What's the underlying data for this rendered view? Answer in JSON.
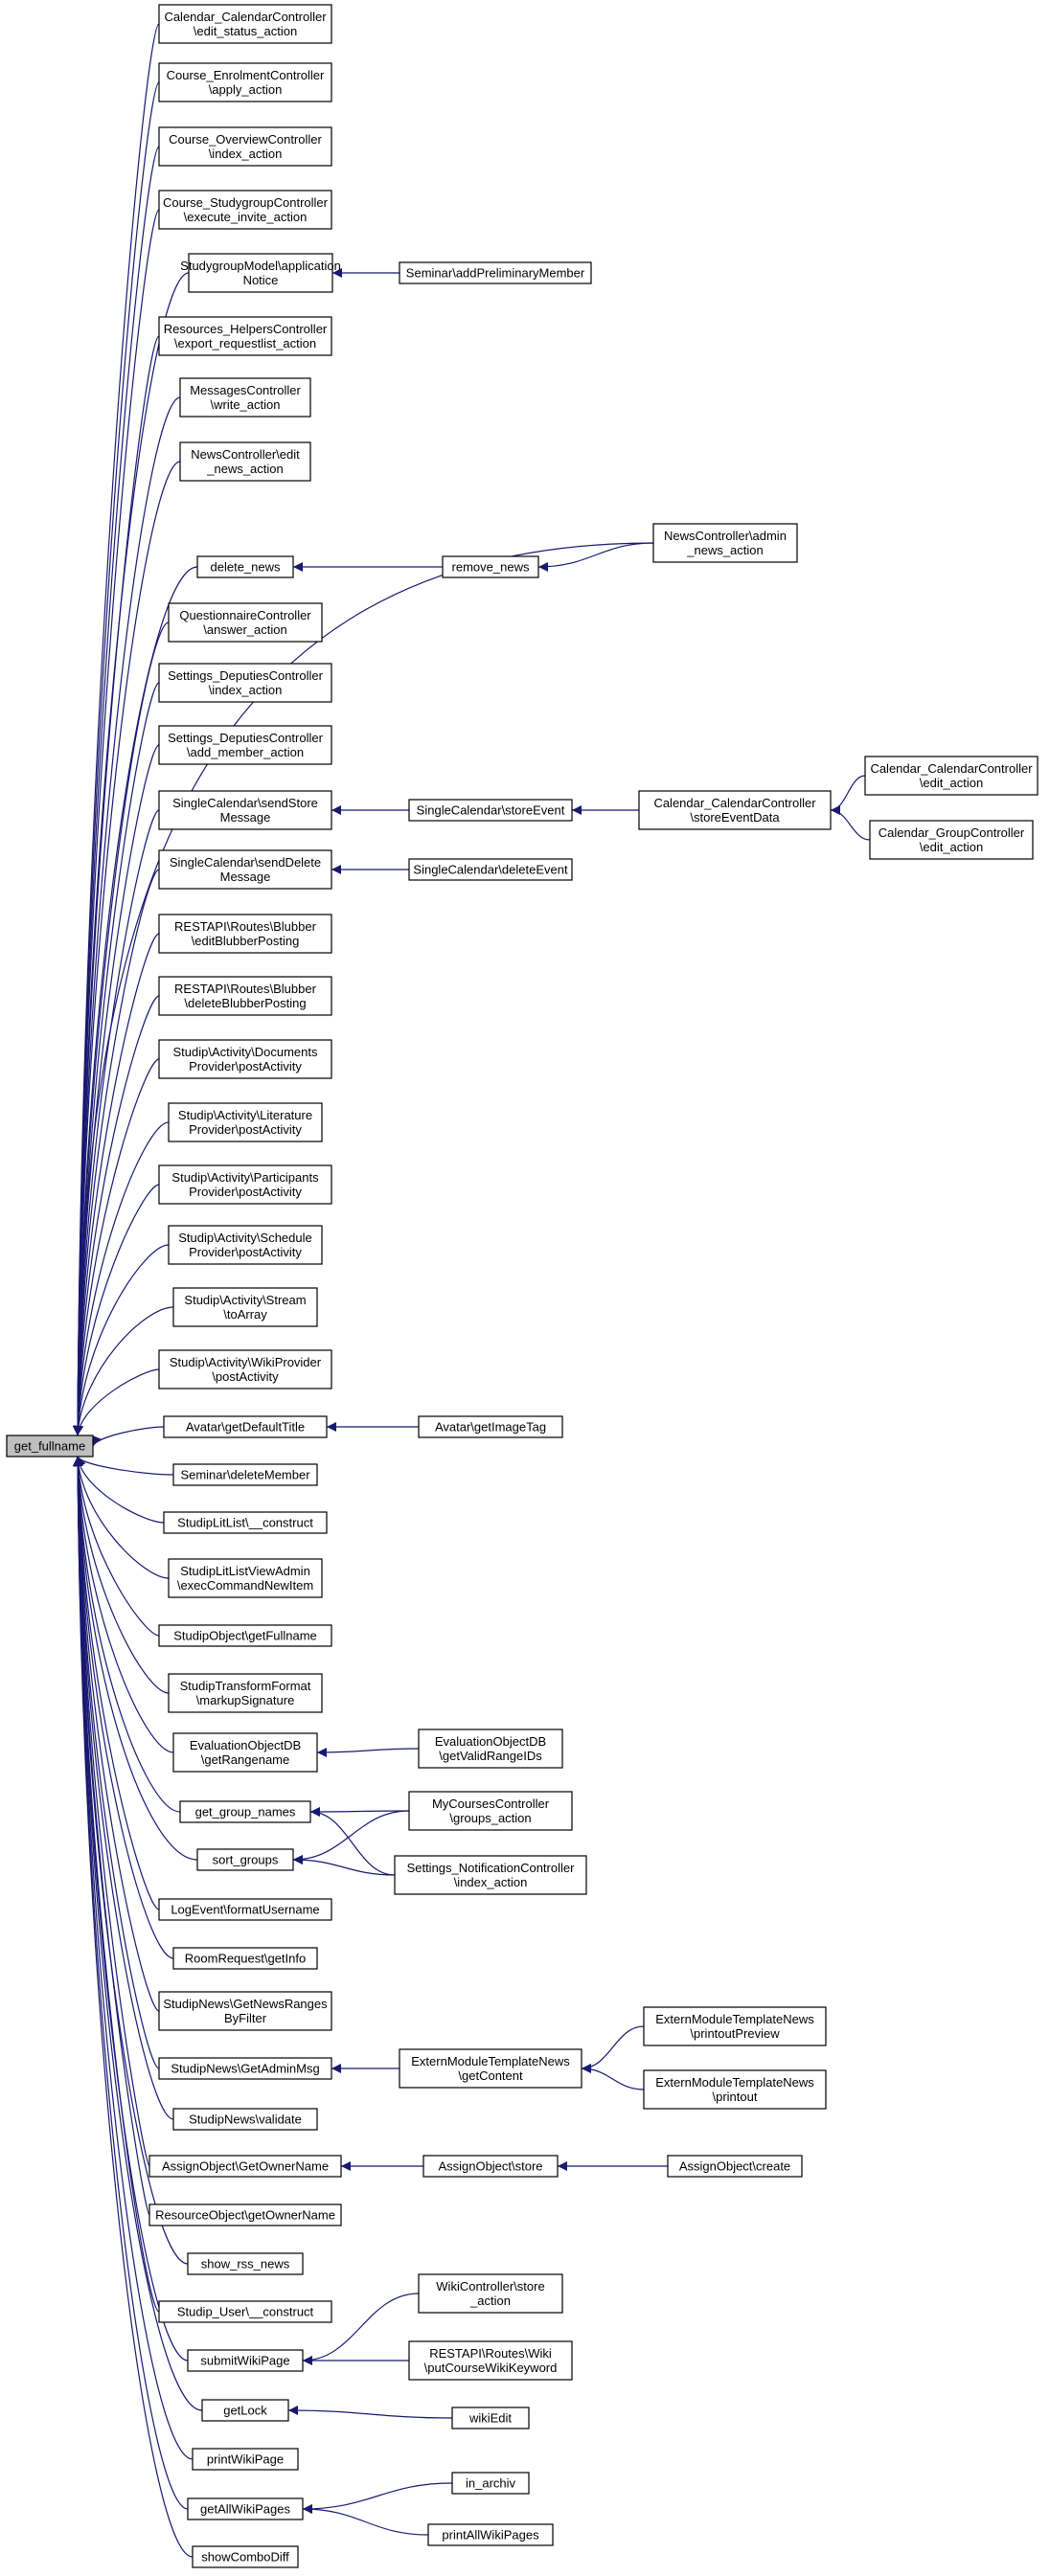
{
  "diagram": {
    "edge_color": "#191970",
    "root_fill": "#bfbfbf",
    "nodes": [
      {
        "id": "n0",
        "lines": [
          "get_fullname"
        ],
        "root": true
      },
      {
        "id": "n1",
        "lines": [
          "Calendar_CalendarController",
          "\\edit_status_action"
        ]
      },
      {
        "id": "n2",
        "lines": [
          "Course_EnrolmentController",
          "\\apply_action"
        ]
      },
      {
        "id": "n3",
        "lines": [
          "Course_OverviewController",
          "\\index_action"
        ]
      },
      {
        "id": "n4",
        "lines": [
          "Course_StudygroupController",
          "\\execute_invite_action"
        ]
      },
      {
        "id": "n5",
        "lines": [
          "StudygroupModel\\application",
          "Notice"
        ]
      },
      {
        "id": "n6",
        "lines": [
          "Seminar\\addPreliminaryMember"
        ]
      },
      {
        "id": "n7",
        "lines": [
          "Resources_HelpersController",
          "\\export_requestlist_action"
        ]
      },
      {
        "id": "n8",
        "lines": [
          "MessagesController",
          "\\write_action"
        ]
      },
      {
        "id": "n9",
        "lines": [
          "NewsController\\edit",
          "_news_action"
        ]
      },
      {
        "id": "n10",
        "lines": [
          "NewsController\\admin",
          "_news_action"
        ]
      },
      {
        "id": "n11",
        "lines": [
          "delete_news"
        ]
      },
      {
        "id": "n12",
        "lines": [
          "remove_news"
        ]
      },
      {
        "id": "n13",
        "lines": [
          "QuestionnaireController",
          "\\answer_action"
        ]
      },
      {
        "id": "n14",
        "lines": [
          "Settings_DeputiesController",
          "\\index_action"
        ]
      },
      {
        "id": "n15",
        "lines": [
          "Settings_DeputiesController",
          "\\add_member_action"
        ]
      },
      {
        "id": "n16",
        "lines": [
          "SingleCalendar\\sendStore",
          "Message"
        ]
      },
      {
        "id": "n17",
        "lines": [
          "SingleCalendar\\storeEvent"
        ]
      },
      {
        "id": "n18",
        "lines": [
          "Calendar_CalendarController",
          "\\storeEventData"
        ]
      },
      {
        "id": "n19",
        "lines": [
          "Calendar_CalendarController",
          "\\edit_action"
        ]
      },
      {
        "id": "n20",
        "lines": [
          "Calendar_GroupController",
          "\\edit_action"
        ]
      },
      {
        "id": "n21",
        "lines": [
          "SingleCalendar\\sendDelete",
          "Message"
        ]
      },
      {
        "id": "n22",
        "lines": [
          "SingleCalendar\\deleteEvent"
        ]
      },
      {
        "id": "n23",
        "lines": [
          "RESTAPI\\Routes\\Blubber",
          "\\editBlubberPosting"
        ]
      },
      {
        "id": "n24",
        "lines": [
          "RESTAPI\\Routes\\Blubber",
          "\\deleteBlubberPosting"
        ]
      },
      {
        "id": "n25",
        "lines": [
          "Studip\\Activity\\Documents",
          "Provider\\postActivity"
        ]
      },
      {
        "id": "n26",
        "lines": [
          "Studip\\Activity\\Literature",
          "Provider\\postActivity"
        ]
      },
      {
        "id": "n27",
        "lines": [
          "Studip\\Activity\\Participants",
          "Provider\\postActivity"
        ]
      },
      {
        "id": "n28",
        "lines": [
          "Studip\\Activity\\Schedule",
          "Provider\\postActivity"
        ]
      },
      {
        "id": "n29",
        "lines": [
          "Studip\\Activity\\Stream",
          "\\toArray"
        ]
      },
      {
        "id": "n30",
        "lines": [
          "Studip\\Activity\\WikiProvider",
          "\\postActivity"
        ]
      },
      {
        "id": "n31",
        "lines": [
          "Avatar\\getDefaultTitle"
        ]
      },
      {
        "id": "n32",
        "lines": [
          "Avatar\\getImageTag"
        ]
      },
      {
        "id": "n33",
        "lines": [
          "Seminar\\deleteMember"
        ]
      },
      {
        "id": "n34",
        "lines": [
          "StudipLitList\\__construct"
        ]
      },
      {
        "id": "n35",
        "lines": [
          "StudipLitListViewAdmin",
          "\\execCommandNewItem"
        ]
      },
      {
        "id": "n36",
        "lines": [
          "StudipObject\\getFullname"
        ]
      },
      {
        "id": "n37",
        "lines": [
          "StudipTransformFormat",
          "\\markupSignature"
        ]
      },
      {
        "id": "n38",
        "lines": [
          "EvaluationObjectDB",
          "\\getRangename"
        ]
      },
      {
        "id": "n39",
        "lines": [
          "EvaluationObjectDB",
          "\\getValidRangeIDs"
        ]
      },
      {
        "id": "n40",
        "lines": [
          "get_group_names"
        ]
      },
      {
        "id": "n41",
        "lines": [
          "MyCoursesController",
          "\\groups_action"
        ]
      },
      {
        "id": "n42",
        "lines": [
          "sort_groups"
        ]
      },
      {
        "id": "n43",
        "lines": [
          "Settings_NotificationController",
          "\\index_action"
        ]
      },
      {
        "id": "n44",
        "lines": [
          "LogEvent\\formatUsername"
        ]
      },
      {
        "id": "n45",
        "lines": [
          "RoomRequest\\getInfo"
        ]
      },
      {
        "id": "n46",
        "lines": [
          "StudipNews\\GetNewsRanges",
          "ByFilter"
        ]
      },
      {
        "id": "n47",
        "lines": [
          "StudipNews\\GetAdminMsg"
        ]
      },
      {
        "id": "n48",
        "lines": [
          "ExternModuleTemplateNews",
          "\\getContent"
        ]
      },
      {
        "id": "n49",
        "lines": [
          "ExternModuleTemplateNews",
          "\\printoutPreview"
        ]
      },
      {
        "id": "n50",
        "lines": [
          "ExternModuleTemplateNews",
          "\\printout"
        ]
      },
      {
        "id": "n51",
        "lines": [
          "StudipNews\\validate"
        ]
      },
      {
        "id": "n52",
        "lines": [
          "AssignObject\\GetOwnerName"
        ]
      },
      {
        "id": "n53",
        "lines": [
          "AssignObject\\store"
        ]
      },
      {
        "id": "n54",
        "lines": [
          "AssignObject\\create"
        ]
      },
      {
        "id": "n55",
        "lines": [
          "ResourceObject\\getOwnerName"
        ]
      },
      {
        "id": "n56",
        "lines": [
          "show_rss_news"
        ]
      },
      {
        "id": "n57",
        "lines": [
          "Studip_User\\__construct"
        ]
      },
      {
        "id": "n58",
        "lines": [
          "submitWikiPage"
        ]
      },
      {
        "id": "n59",
        "lines": [
          "WikiController\\store",
          "_action"
        ]
      },
      {
        "id": "n60",
        "lines": [
          "RESTAPI\\Routes\\Wiki",
          "\\putCourseWikiKeyword"
        ]
      },
      {
        "id": "n61",
        "lines": [
          "getLock"
        ]
      },
      {
        "id": "n62",
        "lines": [
          "wikiEdit"
        ]
      },
      {
        "id": "n63",
        "lines": [
          "printWikiPage"
        ]
      },
      {
        "id": "n64",
        "lines": [
          "getAllWikiPages"
        ]
      },
      {
        "id": "n65",
        "lines": [
          "in_archiv"
        ]
      },
      {
        "id": "n66",
        "lines": [
          "printAllWikiPages"
        ]
      },
      {
        "id": "n67",
        "lines": [
          "showComboDiff"
        ]
      }
    ],
    "edges": [
      {
        "from": "n1",
        "to": "n0"
      },
      {
        "from": "n2",
        "to": "n0"
      },
      {
        "from": "n3",
        "to": "n0"
      },
      {
        "from": "n4",
        "to": "n0"
      },
      {
        "from": "n5",
        "to": "n0"
      },
      {
        "from": "n6",
        "to": "n5"
      },
      {
        "from": "n7",
        "to": "n0"
      },
      {
        "from": "n8",
        "to": "n0"
      },
      {
        "from": "n9",
        "to": "n0"
      },
      {
        "from": "n10",
        "to": "n0"
      },
      {
        "from": "n11",
        "to": "n0"
      },
      {
        "from": "n12",
        "to": "n11"
      },
      {
        "from": "n10",
        "to": "n12"
      },
      {
        "from": "n13",
        "to": "n0"
      },
      {
        "from": "n14",
        "to": "n0"
      },
      {
        "from": "n15",
        "to": "n0"
      },
      {
        "from": "n16",
        "to": "n0"
      },
      {
        "from": "n17",
        "to": "n16"
      },
      {
        "from": "n18",
        "to": "n17"
      },
      {
        "from": "n19",
        "to": "n18"
      },
      {
        "from": "n20",
        "to": "n18"
      },
      {
        "from": "n21",
        "to": "n0"
      },
      {
        "from": "n22",
        "to": "n21"
      },
      {
        "from": "n23",
        "to": "n0"
      },
      {
        "from": "n24",
        "to": "n0"
      },
      {
        "from": "n25",
        "to": "n0"
      },
      {
        "from": "n26",
        "to": "n0"
      },
      {
        "from": "n27",
        "to": "n0"
      },
      {
        "from": "n28",
        "to": "n0"
      },
      {
        "from": "n29",
        "to": "n0"
      },
      {
        "from": "n30",
        "to": "n0"
      },
      {
        "from": "n31",
        "to": "n0"
      },
      {
        "from": "n32",
        "to": "n31"
      },
      {
        "from": "n33",
        "to": "n0"
      },
      {
        "from": "n34",
        "to": "n0"
      },
      {
        "from": "n35",
        "to": "n0"
      },
      {
        "from": "n36",
        "to": "n0"
      },
      {
        "from": "n37",
        "to": "n0"
      },
      {
        "from": "n38",
        "to": "n0"
      },
      {
        "from": "n39",
        "to": "n38"
      },
      {
        "from": "n40",
        "to": "n0"
      },
      {
        "from": "n41",
        "to": "n40"
      },
      {
        "from": "n43",
        "to": "n40"
      },
      {
        "from": "n42",
        "to": "n0"
      },
      {
        "from": "n41",
        "to": "n42"
      },
      {
        "from": "n43",
        "to": "n42"
      },
      {
        "from": "n44",
        "to": "n0"
      },
      {
        "from": "n45",
        "to": "n0"
      },
      {
        "from": "n46",
        "to": "n0"
      },
      {
        "from": "n47",
        "to": "n0"
      },
      {
        "from": "n48",
        "to": "n47"
      },
      {
        "from": "n49",
        "to": "n48"
      },
      {
        "from": "n50",
        "to": "n48"
      },
      {
        "from": "n51",
        "to": "n0"
      },
      {
        "from": "n52",
        "to": "n0"
      },
      {
        "from": "n53",
        "to": "n52"
      },
      {
        "from": "n54",
        "to": "n53"
      },
      {
        "from": "n55",
        "to": "n0"
      },
      {
        "from": "n56",
        "to": "n0"
      },
      {
        "from": "n57",
        "to": "n0"
      },
      {
        "from": "n58",
        "to": "n0"
      },
      {
        "from": "n59",
        "to": "n58"
      },
      {
        "from": "n60",
        "to": "n58"
      },
      {
        "from": "n61",
        "to": "n0"
      },
      {
        "from": "n62",
        "to": "n61"
      },
      {
        "from": "n63",
        "to": "n0"
      },
      {
        "from": "n64",
        "to": "n0"
      },
      {
        "from": "n65",
        "to": "n64"
      },
      {
        "from": "n66",
        "to": "n64"
      },
      {
        "from": "n67",
        "to": "n0"
      }
    ]
  }
}
